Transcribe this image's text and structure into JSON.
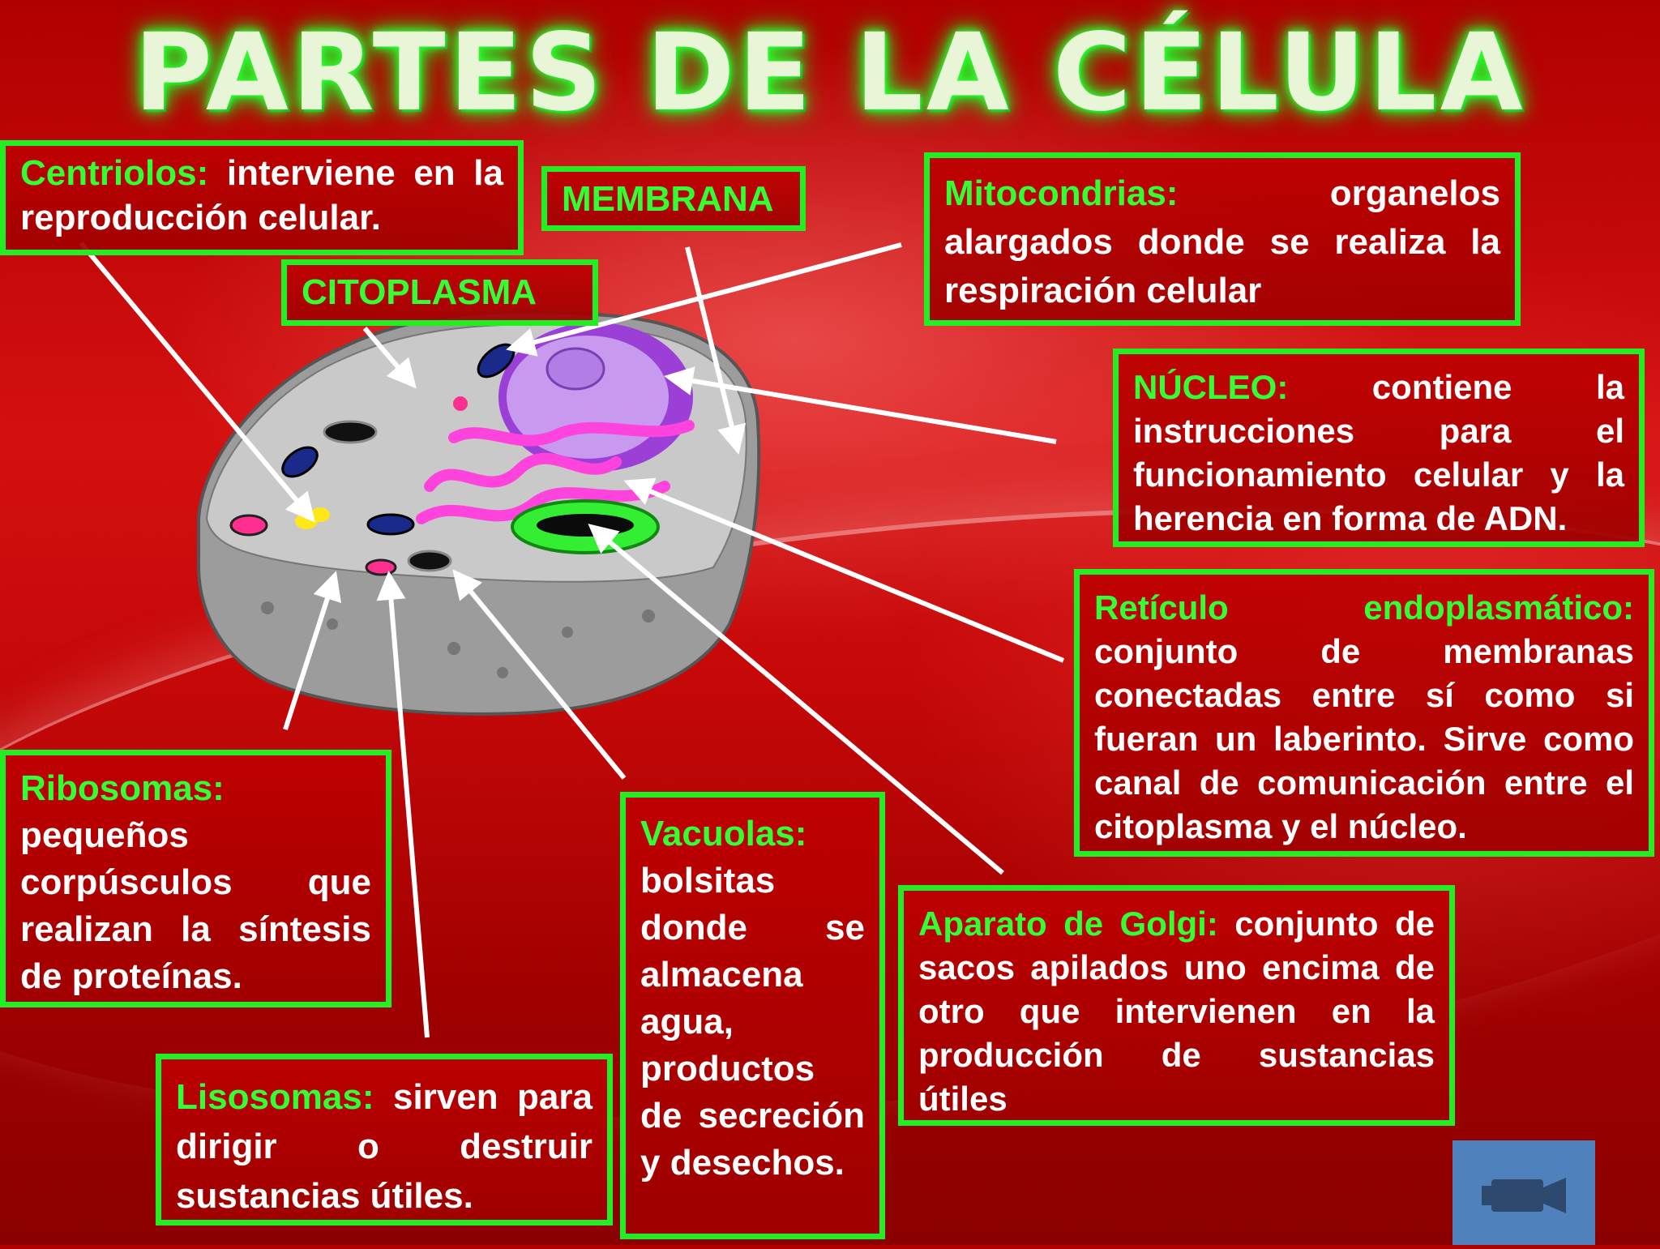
{
  "title": "PARTES DE LA CÉLULA",
  "labels": {
    "centriolos": {
      "term": "Centriolos:",
      "text": " interviene en la reproducción celular."
    },
    "membrana": "MEMBRANA",
    "citoplasma": "CITOPLASMA",
    "mitocondrias": {
      "term": "Mitocondrias:",
      "text": " organelos alargados donde se realiza la respiración celular"
    },
    "nucleo": {
      "term": "NÚCLEO:",
      "text": " contiene la instrucciones para el funcionamiento celular y la herencia en forma de ADN."
    },
    "reticulo": {
      "term": "Retículo endoplasmático:",
      "text": " conjunto de membranas conectadas entre sí como si fueran un laberinto. Sirve como canal de comunicación entre el citoplasma y el núcleo."
    },
    "ribosomas": {
      "term": "Ribosomas:",
      "text": " pequeños corpúsculos que realizan la síntesis de proteínas."
    },
    "vacuolas": {
      "term": "Vacuolas:",
      "text": " bolsitas donde se almacena agua, productos de secreción y desechos."
    },
    "golgi": {
      "term": "Aparato de Golgi:",
      "text": " conjunto de sacos apilados uno encima de otro que intervienen en la producción de sustancias útiles"
    },
    "lisosomas": {
      "term": "Lisosomas:",
      "text": " sirven para dirigir o destruir sustancias útiles."
    }
  },
  "colors": {
    "border": "#22ee22",
    "label": "#33ff33",
    "background": "#c00000",
    "button": "#4f81bd"
  },
  "controls": {
    "video_icon": "video-camera-icon"
  }
}
